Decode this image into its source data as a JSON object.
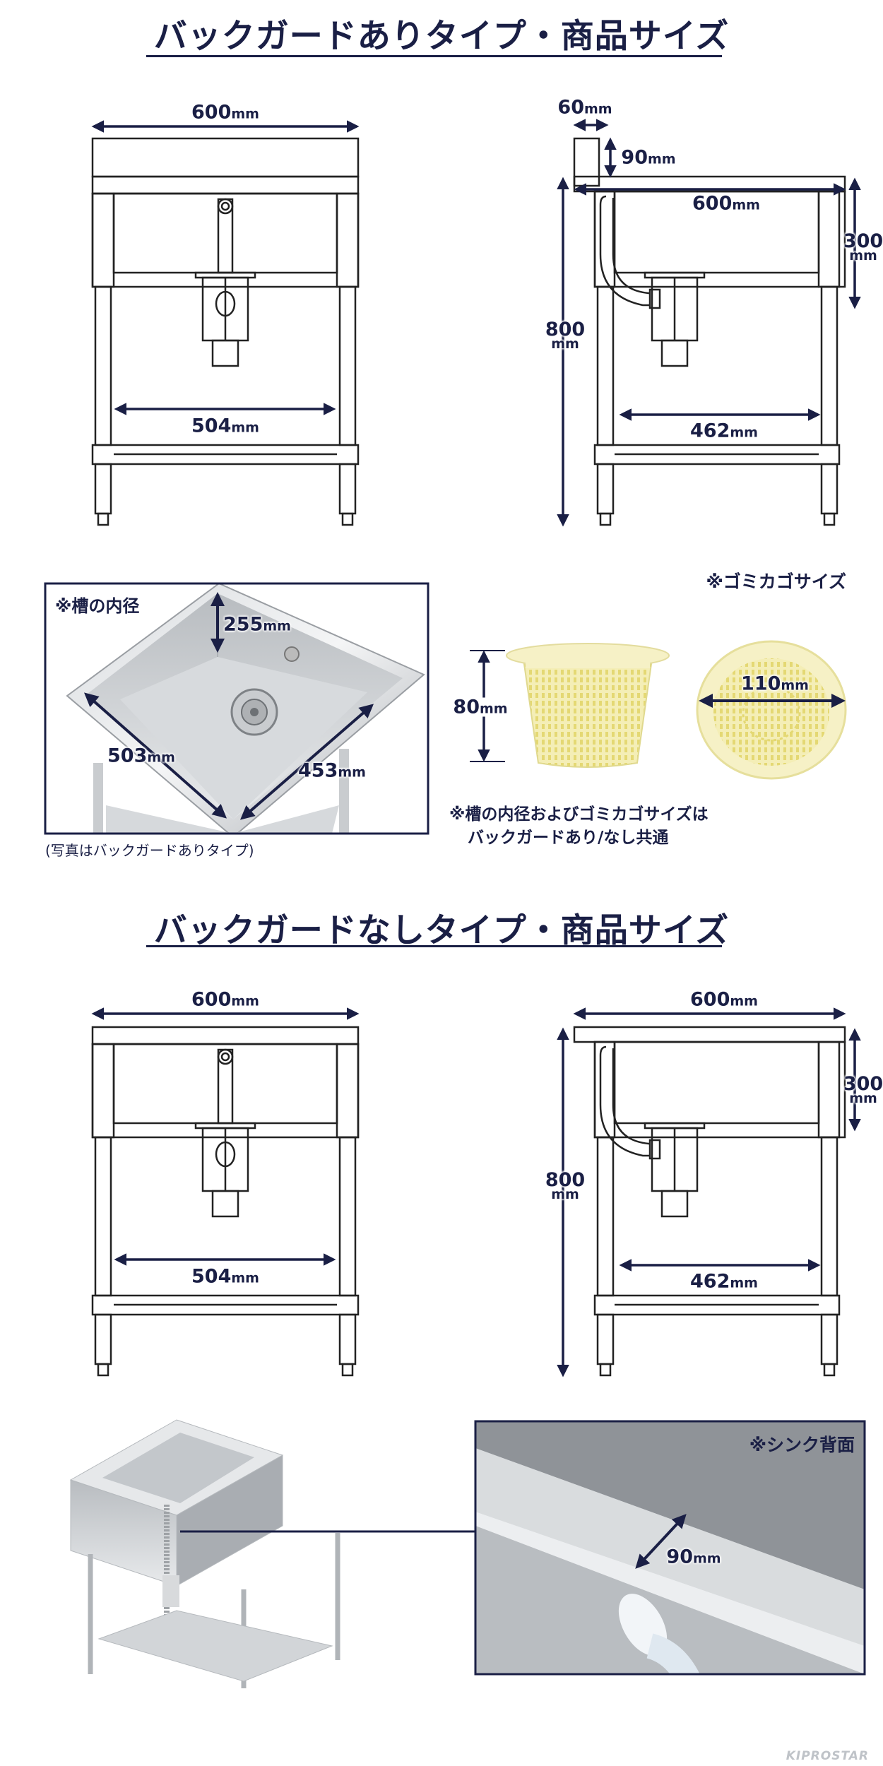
{
  "section1": {
    "title": "バックガードありタイプ・商品サイズ",
    "front": {
      "width": {
        "v": "600",
        "u": "mm"
      },
      "inner": {
        "v": "504",
        "u": "mm"
      }
    },
    "side": {
      "guard_depth": {
        "v": "60",
        "u": "mm"
      },
      "guard_height": {
        "v": "90",
        "u": "mm"
      },
      "depth": {
        "v": "600",
        "u": "mm"
      },
      "bowl": {
        "v": "300",
        "u": "mm"
      },
      "height": {
        "v": "800",
        "u": "mm"
      },
      "inner": {
        "v": "462",
        "u": "mm"
      }
    }
  },
  "inner_size": {
    "label": "※槽の内径",
    "depth": {
      "v": "255",
      "u": "mm"
    },
    "length": {
      "v": "503",
      "u": "mm"
    },
    "width": {
      "v": "453",
      "u": "mm"
    },
    "caption": "(写真はバックガードありタイプ)"
  },
  "basket": {
    "label": "※ゴミカゴサイズ",
    "height": {
      "v": "80",
      "u": "mm"
    },
    "diameter": {
      "v": "110",
      "u": "mm"
    },
    "note_line1": "※槽の内径およびゴミカゴサイズは",
    "note_line2": "バックガードあり/なし共通"
  },
  "section2": {
    "title": "バックガードなしタイプ・商品サイズ",
    "front": {
      "width": {
        "v": "600",
        "u": "mm"
      },
      "inner": {
        "v": "504",
        "u": "mm"
      }
    },
    "side": {
      "depth": {
        "v": "600",
        "u": "mm"
      },
      "bowl": {
        "v": "300",
        "u": "mm"
      },
      "height": {
        "v": "800",
        "u": "mm"
      },
      "inner": {
        "v": "462",
        "u": "mm"
      }
    }
  },
  "back_detail": {
    "label": "※シンク背面",
    "gap": {
      "v": "90",
      "u": "mm"
    }
  },
  "brand": "KIPROSTAR",
  "colors": {
    "navy": "#1a1f45",
    "basket": "#f3ecb0"
  }
}
